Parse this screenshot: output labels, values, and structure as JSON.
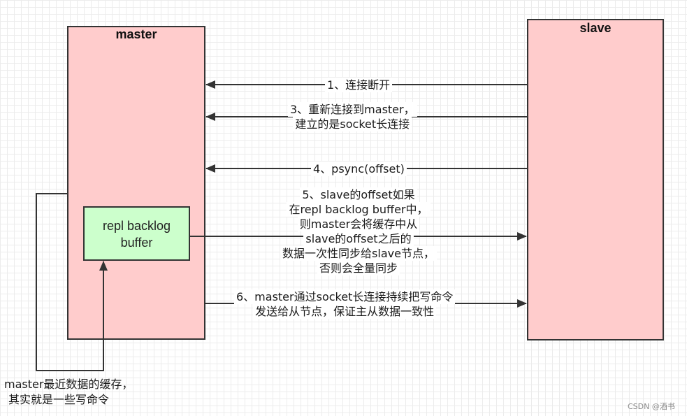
{
  "nodes": {
    "master": {
      "label": "master",
      "color": "#ffcccc"
    },
    "slave": {
      "label": "slave",
      "color": "#ffcccc"
    },
    "backlog": {
      "label_line1": "repl backlog",
      "label_line2": "buffer",
      "color": "#ccffcc"
    }
  },
  "messages": {
    "m1": {
      "line1": "1、连接断开"
    },
    "m3": {
      "line1": "3、重新连接到master，",
      "line2": "建立的是socket长连接"
    },
    "m4": {
      "line1": "4、psync(offset)"
    },
    "m5": {
      "line1": "5、slave的offset如果",
      "line2": "在repl backlog buffer中，",
      "line3": "则master会将缓存中从",
      "line4": "slave的offset之后的",
      "line5": "数据一次性同步给slave节点，",
      "line6": "否则会全量同步"
    },
    "m6": {
      "line1": "6、master通过socket长连接持续把写命令",
      "line2": "发送给从节点，保证主从数据一致性"
    }
  },
  "note": {
    "line1": "master最近数据的缓存，",
    "line2": "其实就是一些写命令"
  },
  "watermark": "CSDN @酒书",
  "colors": {
    "line": "#333333",
    "node_border": "#333333"
  }
}
